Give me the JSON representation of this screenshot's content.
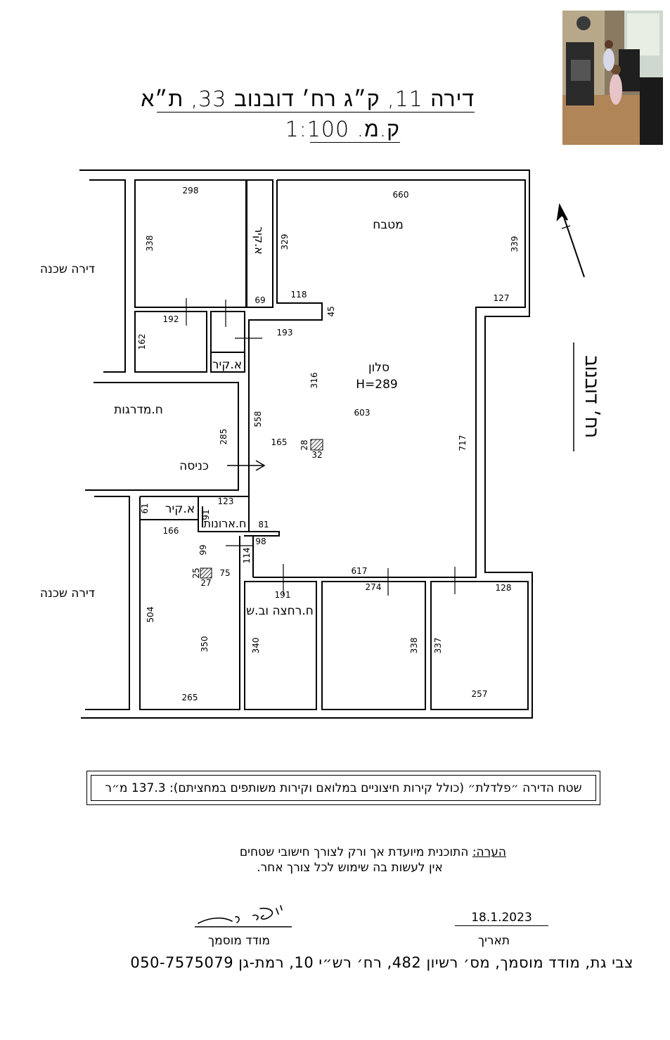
{
  "header": {
    "title": "דירה 11, ק״ג רח׳ דובנוב 33, ת״א",
    "scale": "ק.מ. 1:100"
  },
  "plan": {
    "street_label": "רח׳ דובנוב",
    "neighbor_top": "דירה שכנה",
    "neighbor_bottom": "דירה שכנה",
    "stairs": "ח.מדרגות",
    "entrance": "כניסה",
    "kitchen": "מטבח",
    "living": "סלון",
    "living_height": "H=289",
    "storage_a": "א.קיר",
    "storage_b": "א.קיר",
    "storage_c": "א.קיר",
    "closets": "ח.ארונות",
    "bathroom": "ח.רחצה וב.ש",
    "dims": {
      "d298": "298",
      "d338a": "338",
      "d192": "192",
      "d162": "162",
      "d69": "69",
      "d329": "329",
      "d660": "660",
      "d339": "339",
      "d118": "118",
      "d45": "45",
      "d127": "127",
      "d193": "193",
      "d316": "316",
      "d603": "603",
      "d558": "558",
      "d285": "285",
      "d165": "165",
      "d28": "28",
      "d32": "32",
      "d717": "717",
      "d123": "123",
      "d61": "61",
      "d91": "91",
      "d166": "166",
      "d81": "81",
      "d98": "98",
      "d99": "99",
      "d114": "114",
      "d25": "25",
      "d27": "27",
      "d75": "75",
      "d617": "617",
      "d191": "191",
      "d274": "274",
      "d128": "128",
      "d504": "504",
      "d350": "350",
      "d340": "340",
      "d338b": "338",
      "d337": "337",
      "d265": "265",
      "d257": "257"
    }
  },
  "area": {
    "text": "שטח הדירה ״פלדלת״ (כולל קירות חיצוניים במלואם וקירות משותפים במחציתם): 137.3 מ״ר"
  },
  "note": {
    "label": "הערה:",
    "line1": " התוכנית מיועדת אך ורק לצורך חישובי שטחים",
    "line2": "אין לעשות בה שימוש לכל צורך אחר."
  },
  "signature": {
    "surveyor_label": "מודד מוסמך",
    "date_value": "18.1.2023",
    "date_label": "תאריך"
  },
  "footer": {
    "text": "צבי גת, מודד מוסמך, מס׳ רשיון 482, רח׳ רש״י 10, רמת-גן 050-7575079"
  }
}
